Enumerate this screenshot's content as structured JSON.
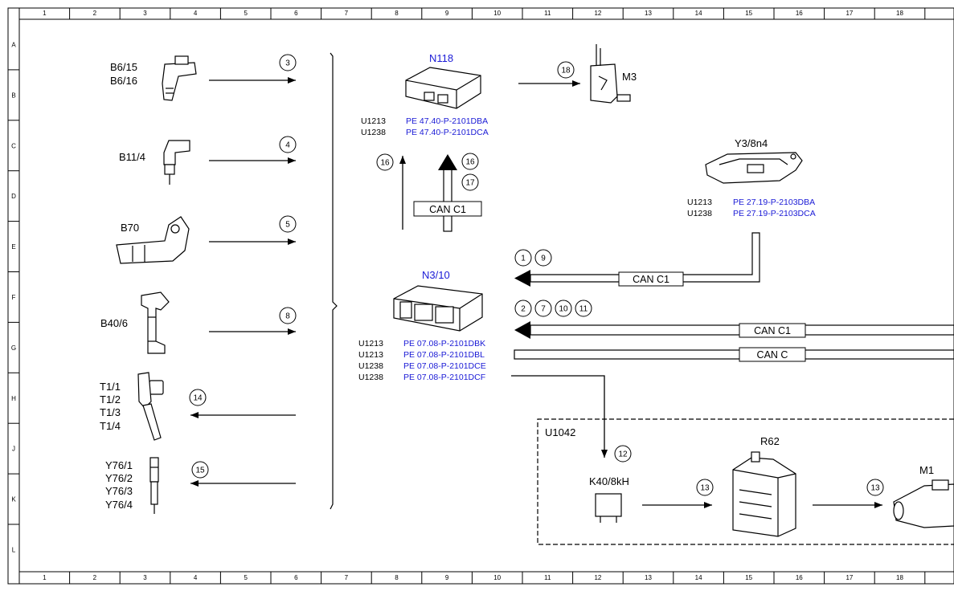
{
  "grid": {
    "columns": [
      "1",
      "2",
      "3",
      "4",
      "5",
      "6",
      "7",
      "8",
      "9",
      "10",
      "11",
      "12",
      "13",
      "14",
      "15",
      "16",
      "17",
      "18"
    ],
    "rows": [
      "A",
      "B",
      "C",
      "D",
      "E",
      "F",
      "G",
      "H",
      "J",
      "K",
      "L"
    ]
  },
  "sensors": {
    "b6": [
      "B6/15",
      "B6/16"
    ],
    "b11": "B11/4",
    "b70": "B70",
    "b40": "B40/6",
    "t1": [
      "T1/1",
      "T1/2",
      "T1/3",
      "T1/4"
    ],
    "y76": [
      "Y76/1",
      "Y76/2",
      "Y76/3",
      "Y76/4"
    ]
  },
  "signals": {
    "s3": "3",
    "s4": "4",
    "s5": "5",
    "s8": "8",
    "s14": "14",
    "s15": "15",
    "s16a": "16",
    "s16b": "16",
    "s17": "17",
    "s18": "18",
    "s1": "1",
    "s9": "9",
    "s2": "2",
    "s7": "7",
    "s10": "10",
    "s11": "11",
    "s12": "12",
    "s13a": "13",
    "s13b": "13"
  },
  "components": {
    "n118": {
      "title": "N118",
      "refs": [
        {
          "code": "U1213",
          "doc": "PE 47.40-P-2101DBA"
        },
        {
          "code": "U1238",
          "doc": "PE 47.40-P-2101DCA"
        }
      ]
    },
    "m3": "M3",
    "y3": {
      "title": "Y3/8n4",
      "refs": [
        {
          "code": "U1213",
          "doc": "PE 27.19-P-2103DBA"
        },
        {
          "code": "U1238",
          "doc": "PE 27.19-P-2103DCA"
        }
      ]
    },
    "n3": {
      "title": "N3/10",
      "refs": [
        {
          "code": "U1213",
          "doc": "PE 07.08-P-2101DBK"
        },
        {
          "code": "U1213",
          "doc": "PE 07.08-P-2101DBL"
        },
        {
          "code": "U1238",
          "doc": "PE 07.08-P-2101DCE"
        },
        {
          "code": "U1238",
          "doc": "PE 07.08-P-2101DCF"
        }
      ]
    },
    "u1042": "U1042",
    "k40": "K40/8kH",
    "r62": "R62",
    "m1": "M1"
  },
  "buses": {
    "can_c1_up": "CAN C1",
    "can_c1_y3": "CAN C1",
    "can_c1_main": "CAN C1",
    "can_c": "CAN C"
  },
  "colors": {
    "link": "#1a1ad6",
    "line": "#000000"
  }
}
